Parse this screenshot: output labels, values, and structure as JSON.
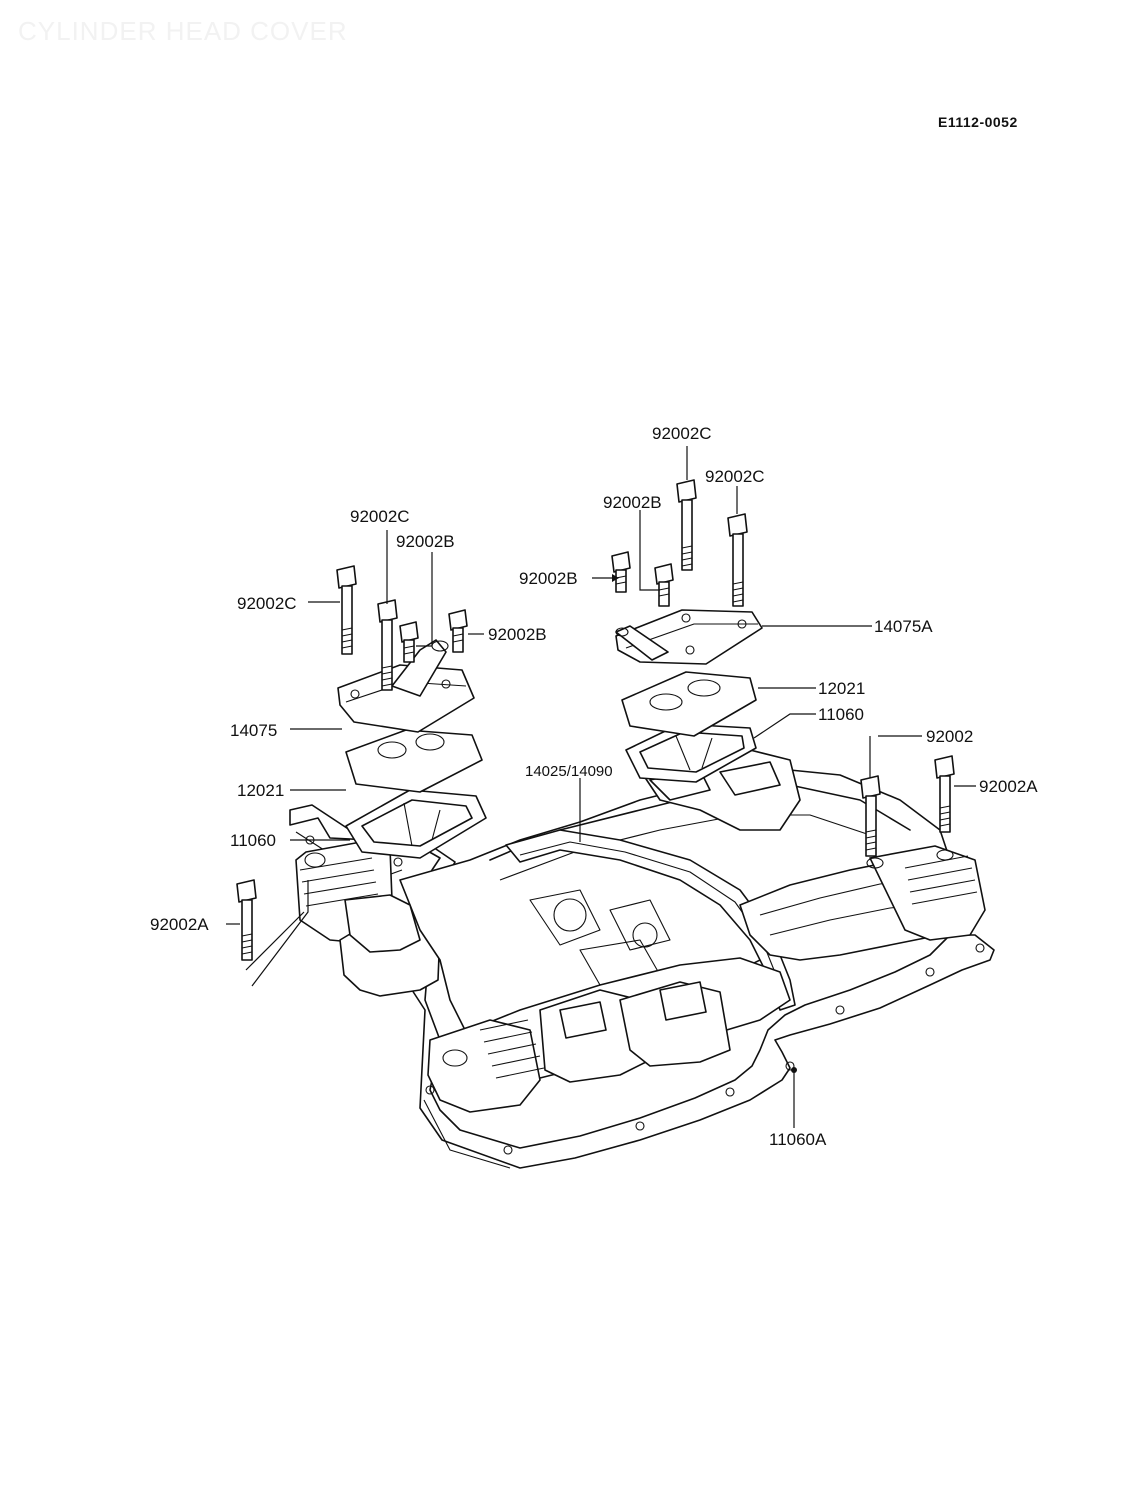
{
  "header": {
    "title": "CYLINDER HEAD COVER",
    "drawing_id": "E1112-0052"
  },
  "parts": {
    "bolt_c_top": "92002C",
    "bolt_c_right": "92002C",
    "bolt_b_right_upper": "92002B",
    "bolt_b_right_left": "92002B",
    "cover_right": "14075A",
    "gasket_right": "12021",
    "seal_right": "11060",
    "bolt_c_left_upper": "92002C",
    "bolt_b_left_upper": "92002B",
    "bolt_c_left": "92002C",
    "bolt_b_left_right": "92002B",
    "cover_left": "14075",
    "gasket_left": "12021",
    "seal_left": "11060",
    "bolt_plain": "92002",
    "bolt_a_right": "92002A",
    "head_cover": "14025/14090",
    "bolt_a_left": "92002A",
    "gasket_main": "11060A"
  },
  "colors": {
    "line": "#111111",
    "background": "#ffffff",
    "title_watermark": "#f2f2f2"
  }
}
